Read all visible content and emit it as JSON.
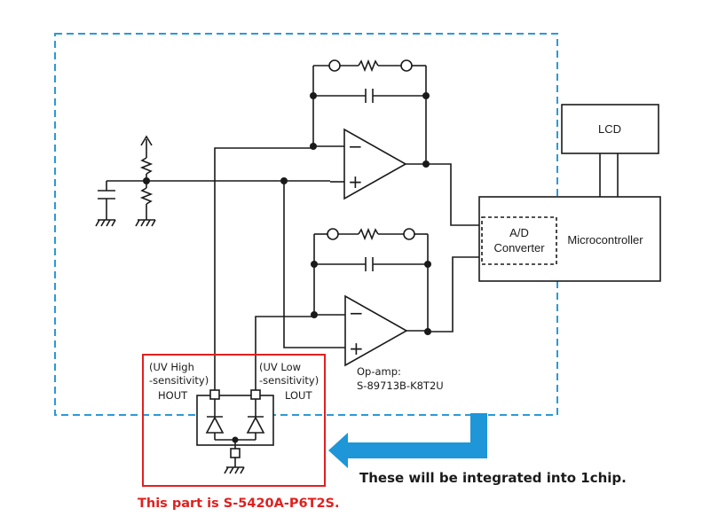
{
  "blocks": {
    "lcd": "LCD",
    "microcontroller": "Microcontroller",
    "adc_line1": "A/D",
    "adc_line2": "Converter"
  },
  "op_amp": {
    "line1": "Op-amp:",
    "line2": "S-89713B-K8T2U",
    "minus": "−",
    "plus": "+"
  },
  "sensor": {
    "hout_line1": "(UV High",
    "hout_line2": "-sensitivity)",
    "hout_line3": "HOUT",
    "lout_line1": "(UV Low",
    "lout_line2": "-sensitivity)",
    "lout_line3": "LOUT",
    "part_caption": "This part is S-5420A-P6T2S."
  },
  "integration_note": "These will be integrated into 1chip.",
  "colors": {
    "dashed_box": "#2a9ad8",
    "sensor_box": "#e02020",
    "arrow": "#1e96d8",
    "caption": "#e02020",
    "line": "#1a1a1a"
  }
}
